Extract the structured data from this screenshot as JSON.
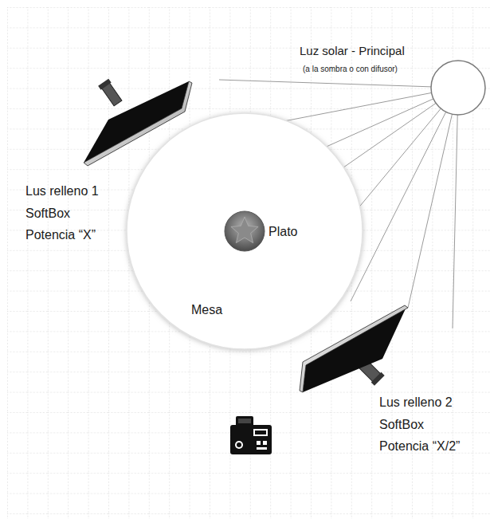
{
  "diagram": {
    "nodes": [
      {
        "text": [
          "Mesa"
        ]
      },
      {
        "text": [
          "Plato"
        ],
        "in": 0
      },
      {
        "text": [
          "Luz solar - Principal",
          "(a la sombra o con difusor)"
        ]
      },
      {
        "text": [
          "Lus relleno 1",
          "SoftBox",
          "Potencia “X”"
        ]
      },
      {
        "text": [
          "Lus relleno 2",
          "SoftBox",
          "Potencia “X/2”"
        ]
      }
    ]
  }
}
